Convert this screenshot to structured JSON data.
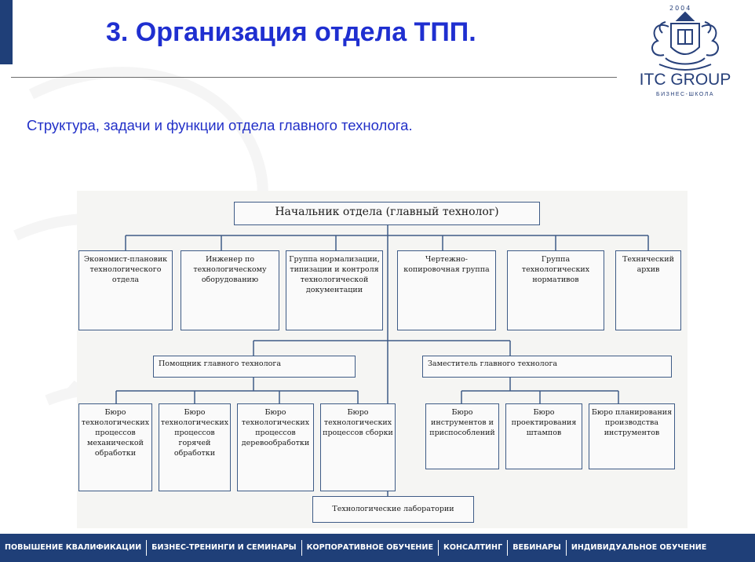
{
  "header": {
    "title": "3. Организация отдела ТПП.",
    "subtitle": "Структура, задачи и функции отдела главного технолога."
  },
  "logo": {
    "year": "2004",
    "name": "ITC GROUP",
    "tagline": "БИЗНЕС-ШКОЛА"
  },
  "org_chart": {
    "head": "Начальник отдела (главный технолог)",
    "top_units": [
      "Экономист-плановик технологического отдела",
      "Инженер по технологическому оборудованию",
      "Группа нормализации, типизации и контроля технологической документации",
      "Чертежно-копировочная группа",
      "Группа технологических нормативов",
      "Технический архив"
    ],
    "assistant": "Помощник главного технолога",
    "deputy": "Заместитель главного технолога",
    "assistant_bureaus": [
      "Бюро технологических процессов механической обработки",
      "Бюро технологических процессов горячей обработки",
      "Бюро технологических процессов деревообработки",
      "Бюро технологических процессов сборки"
    ],
    "deputy_bureaus": [
      "Бюро инструментов и приспособлений",
      "Бюро проектирования штампов",
      "Бюро планирования производства инструментов"
    ],
    "labs": "Технологические лаборатории"
  },
  "footer": {
    "nav": [
      "ПОВЫШЕНИЕ КВАЛИФИКАЦИИ",
      "БИЗНЕС-ТРЕНИНГИ И СЕМИНАРЫ",
      "КОРПОРАТИВНОЕ ОБУЧЕНИЕ",
      "КОНСАЛТИНГ",
      "ВЕБИНАРЫ",
      "ИНДИВИДУАЛЬНОЕ ОБУЧЕНИЕ"
    ]
  },
  "colors": {
    "accent": "#1f3f78",
    "title": "#1f2fd0",
    "subtitle": "#2230c8",
    "box_border": "#3e5b86"
  }
}
